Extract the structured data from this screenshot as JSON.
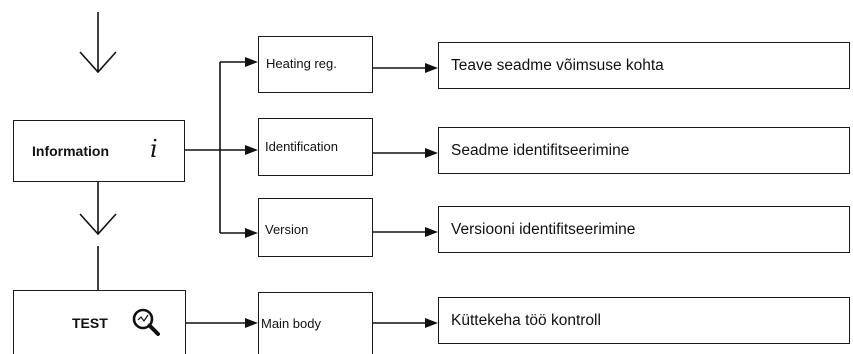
{
  "left_column": {
    "information_label": "Information",
    "information_symbol": "i",
    "test_label": "TEST",
    "test_icon": "magnifier-icon"
  },
  "middle_boxes": {
    "heating": "Heating reg.",
    "identification": "Identification",
    "version": "Version",
    "main_body": "Main body"
  },
  "right_boxes": {
    "heating": "Teave seadme võimsuse kohta",
    "identification": "Seadme identifitseerimine",
    "version": "Versiooni identifitseerimine",
    "main_body": "Küttekeha töö kontroll"
  }
}
